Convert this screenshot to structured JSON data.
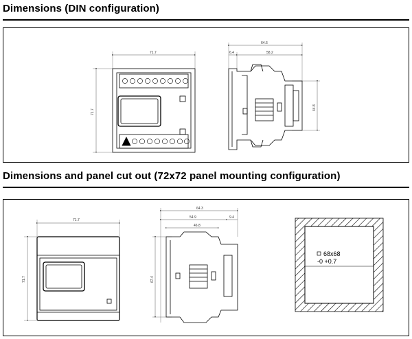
{
  "sections": [
    {
      "title": "Dimensions (DIN configuration)"
    },
    {
      "title": "Dimensions and panel cut out (72x72 panel mounting configuration)"
    }
  ],
  "din": {
    "front_width": "71.7",
    "front_height": "71.7",
    "side_total": "64.6",
    "side_left": "6.4",
    "side_right": "58.2",
    "side_height": "44.8"
  },
  "panel": {
    "front_width": "71.7",
    "front_height": "71.7",
    "side_total": "64.3",
    "side_mid": "54.9",
    "side_inner": "46.8",
    "side_small": "9.4",
    "side_height": "67.4",
    "cutout_size": "68x68",
    "cutout_tolerance": "-0 +0.7"
  },
  "colors": {
    "line": "#000000",
    "dim_line": "#555555",
    "hatch": "#000000"
  }
}
